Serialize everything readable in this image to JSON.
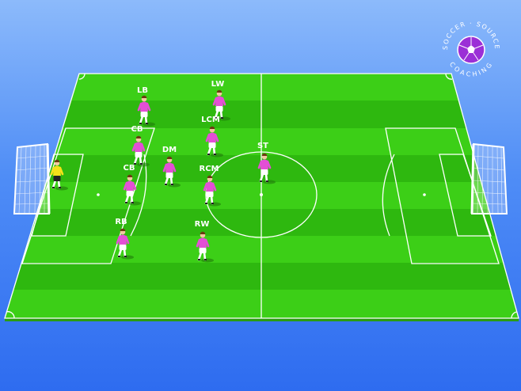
{
  "logo": {
    "top_text": "SOCCER · SOURCE",
    "bottom_text": "COACHING",
    "ball_color": "#9b2fd6"
  },
  "colors": {
    "background_top": "#8ab8fb",
    "background_bottom": "#2e6cf0",
    "pitch_light": "#3ccf17",
    "pitch_dark": "#2eb80f",
    "jersey": "#e44fd6",
    "goalkeeper": "#f4e21a"
  },
  "players": [
    {
      "role": "goalkeeper-icon",
      "label": ""
    },
    {
      "role": "player-icon",
      "label": "LB"
    },
    {
      "role": "player-icon",
      "label": "CB"
    },
    {
      "role": "player-icon",
      "label": "CB"
    },
    {
      "role": "player-icon",
      "label": "RB"
    },
    {
      "role": "player-icon",
      "label": "DM"
    },
    {
      "role": "player-icon",
      "label": "LW"
    },
    {
      "role": "player-icon",
      "label": "LCM"
    },
    {
      "role": "player-icon",
      "label": "RCM"
    },
    {
      "role": "player-icon",
      "label": "RW"
    },
    {
      "role": "player-icon",
      "label": "ST"
    }
  ]
}
